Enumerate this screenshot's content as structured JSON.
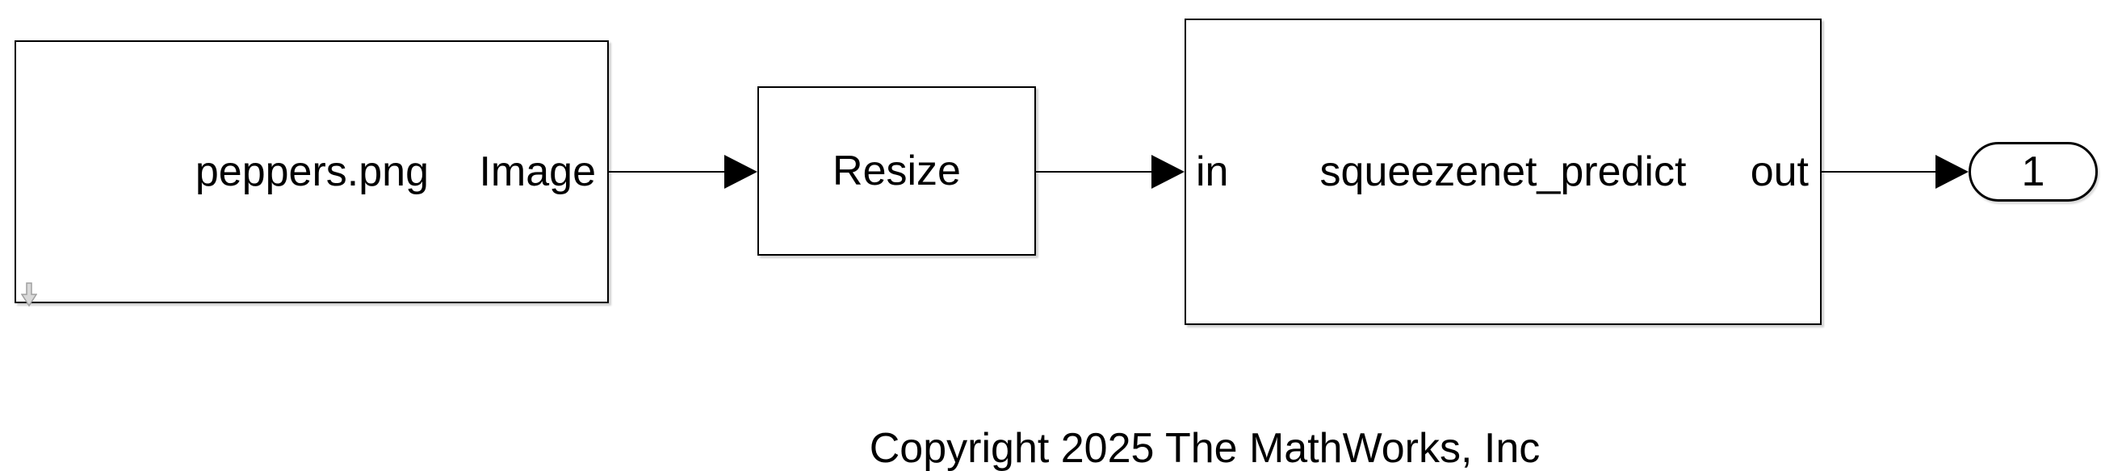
{
  "canvas": {
    "background": "#ffffff",
    "stroke_color": "#000000",
    "block_fill": "#ffffff",
    "arrow_icon_fill": "#d9d9d9",
    "arrow_icon_stroke": "#a0a0a0"
  },
  "blocks": {
    "image_from_file": {
      "file_name": "peppers.png",
      "output_port_label": "Image",
      "icon": "down-arrow-icon"
    },
    "resize": {
      "name": "Resize"
    },
    "squeezenet_predict": {
      "input_port_label": "in",
      "name": "squeezenet_predict",
      "output_port_label": "out"
    },
    "outport": {
      "number": "1"
    }
  },
  "annotation": {
    "copyright": "Copyright 2025 The MathWorks, Inc"
  }
}
